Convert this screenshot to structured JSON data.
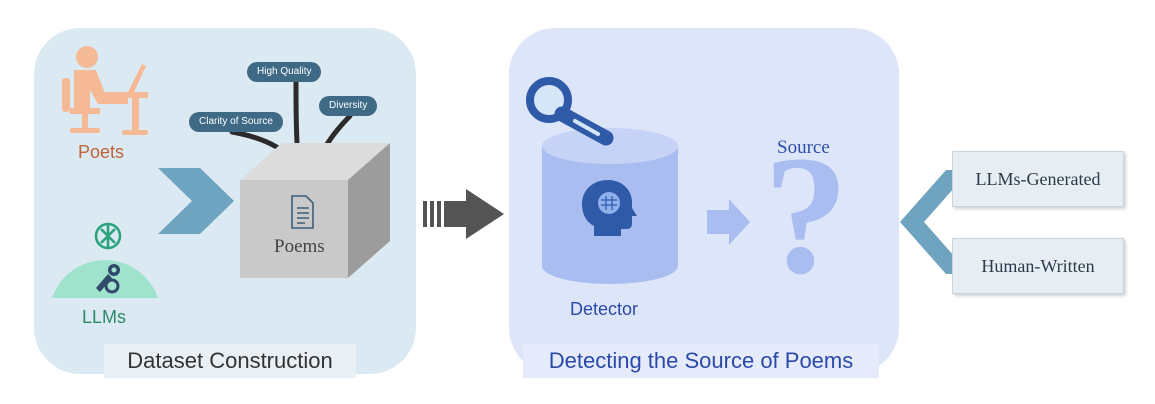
{
  "left_panel": {
    "title": "Dataset Construction",
    "poets_label": "Poets",
    "llms_label": "LLMs",
    "poems_label": "Poems",
    "tags": [
      "High Quality",
      "Clarity of Source",
      "Diversity"
    ]
  },
  "right_panel": {
    "title": "Detecting the Source of Poems",
    "detector_label": "Detector",
    "source_label": "Source",
    "question_mark": "?"
  },
  "outputs": {
    "llms_generated": "LLMs-Generated",
    "human_written": "Human-Written"
  },
  "icons": [
    "person-at-desk-icon",
    "openai-logo-icon",
    "tools-icon",
    "document-icon",
    "magnifier-icon",
    "brain-head-icon",
    "question-mark-icon"
  ],
  "colors": {
    "left_panel_bg": "#dbe9f2",
    "right_panel_bg": "#dde5f9",
    "chevron": "#6fa4c0",
    "cylinder": "#a9bdf0",
    "tag_bg": "#3e6a86"
  }
}
